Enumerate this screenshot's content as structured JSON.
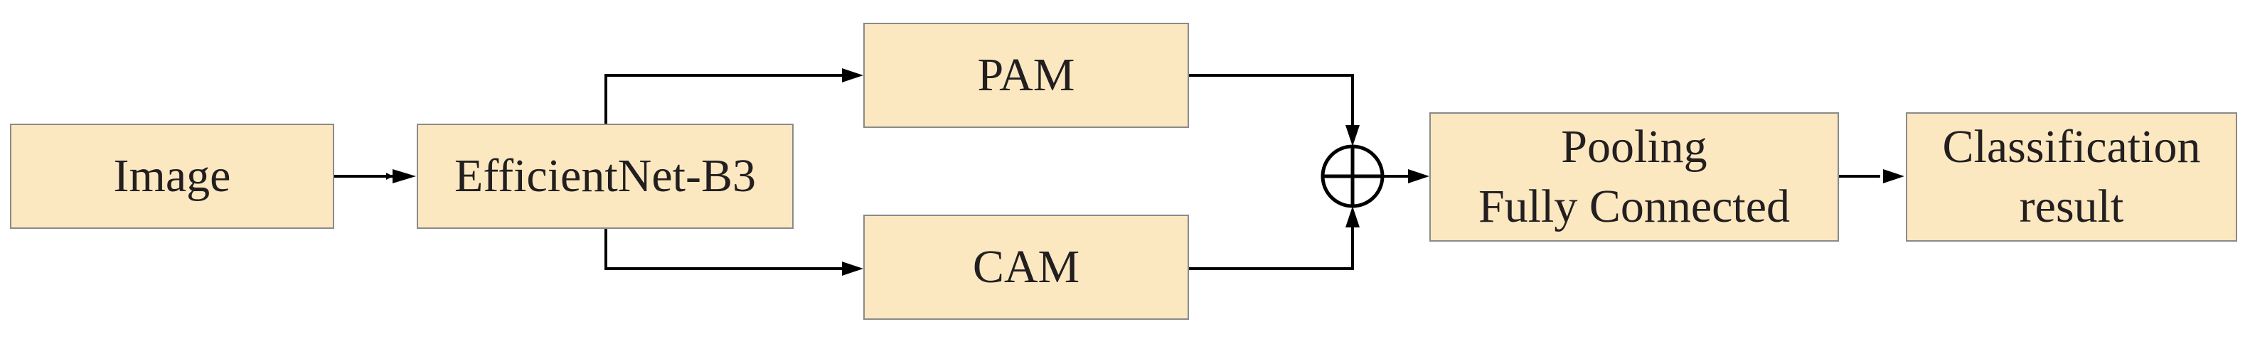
{
  "colors": {
    "box_fill": "#fbe8c0",
    "box_border": "#8a8a8a",
    "arrow": "#000000",
    "text": "#231f20"
  },
  "nodes": {
    "image": {
      "label": "Image"
    },
    "backbone": {
      "label": "EfficientNet-B3"
    },
    "pam": {
      "label": "PAM"
    },
    "cam": {
      "label": "CAM"
    },
    "sum": {
      "symbol": "element-wise sum"
    },
    "head": {
      "line1": "Pooling",
      "line2": "Fully Connected"
    },
    "result": {
      "line1": "Classification",
      "line2": "result"
    }
  },
  "edges": [
    {
      "from": "image",
      "to": "backbone"
    },
    {
      "from": "backbone",
      "to": "pam"
    },
    {
      "from": "backbone",
      "to": "cam"
    },
    {
      "from": "pam",
      "to": "sum"
    },
    {
      "from": "cam",
      "to": "sum"
    },
    {
      "from": "sum",
      "to": "head"
    },
    {
      "from": "head",
      "to": "result"
    }
  ]
}
